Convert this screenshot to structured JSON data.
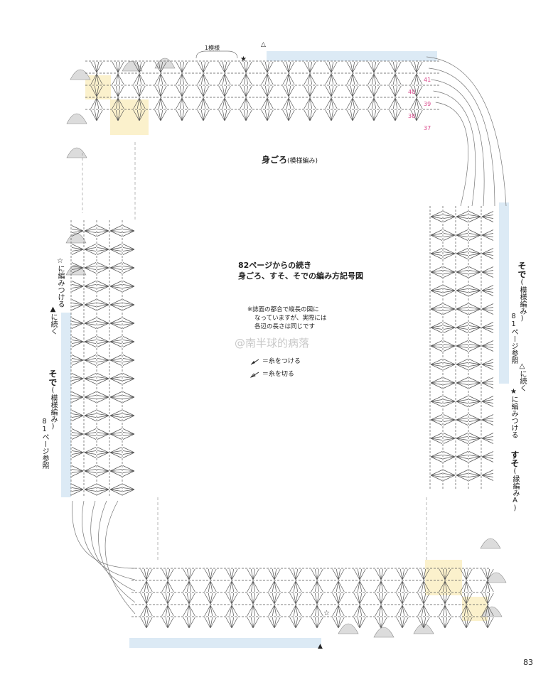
{
  "title": {
    "main": "身ごろ",
    "sub": "(模様編み)"
  },
  "continuation": {
    "line1": "82ページからの続き",
    "line2": "身ごろ、すそ、そでの編み方記号図"
  },
  "note": {
    "line1": "※誌面の都合で縦長の図に",
    "line2": "なっていますが、実際には",
    "line3": "各辺の長さは同じです"
  },
  "legend": {
    "attach": "＝糸をつける",
    "cut": "＝糸を切る"
  },
  "repeat_label": "1模様",
  "row_numbers": [
    "41",
    "40",
    "39",
    "38",
    "37"
  ],
  "left_side": {
    "attach_note": "☆に編みつける",
    "continue_note": "▲に続く",
    "sleeve_title": "そで",
    "sleeve_sub": "(模様編み)",
    "sleeve_ref": "81ページ参照"
  },
  "right_side": {
    "sleeve_title": "そで",
    "sleeve_sub": "(模様編み)",
    "sleeve_ref": "81ページ参照",
    "continue_note": "△に続く",
    "attach_note": "★に編みつける",
    "hem_title": "すそ",
    "hem_sub": "(縁編みA)"
  },
  "markers": {
    "star_filled": "★",
    "star_open": "☆",
    "tri_filled": "▲",
    "tri_open": "△"
  },
  "watermark": "@南半球的病落",
  "page_number": "83",
  "colors": {
    "line": "#555555",
    "blue_band": "#dceaf5",
    "gray_shell": "#dcdcdc",
    "yellow_block": "#fbf1cc",
    "row_number": "#d94a8c"
  }
}
